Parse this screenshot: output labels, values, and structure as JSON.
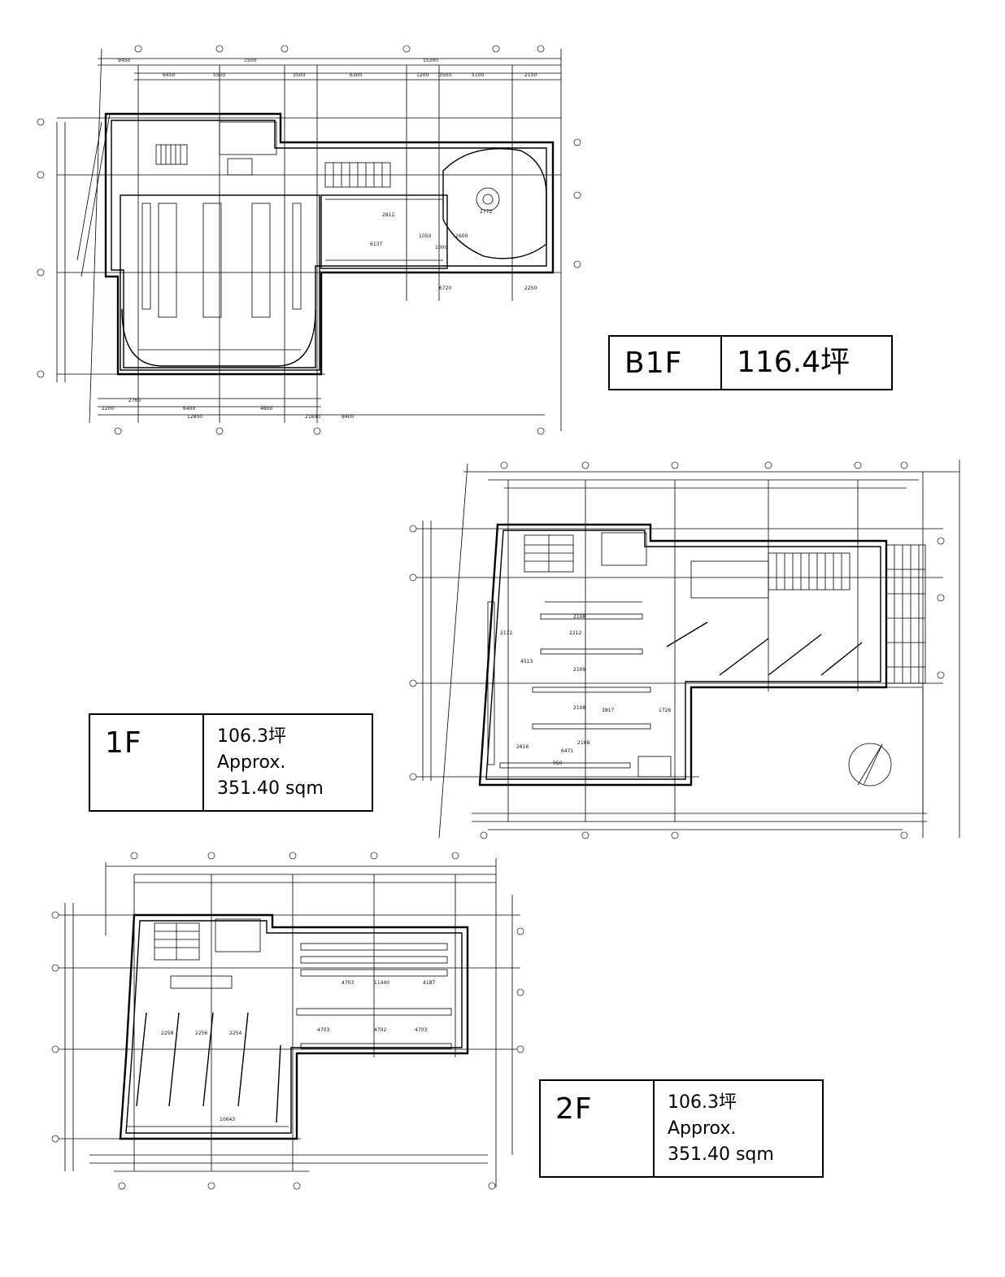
{
  "floors": [
    {
      "id": "b1f",
      "floor": "B1F",
      "area_tsubo": "116.4坪",
      "area_sqm": ""
    },
    {
      "id": "f1",
      "floor": "1F",
      "area_tsubo": "106.3坪",
      "approx": "Approx.",
      "area_sqm": "351.40 sqm"
    },
    {
      "id": "f2",
      "floor": "2F",
      "area_tsubo": "106.3坪",
      "approx": "Approx.",
      "area_sqm": "351.40 sqm"
    }
  ],
  "dimensions": {
    "b1f_top": [
      "9450",
      "6450",
      "5500",
      "1500",
      "3500",
      "6300",
      "15300",
      "1200",
      "3500",
      "5100",
      "2150"
    ],
    "b1f_bottom": [
      "2200",
      "6400",
      "4800",
      "8400",
      "12850",
      "21690",
      "2760"
    ],
    "b1f_inner": [
      "2812",
      "6137",
      "1050",
      "1000",
      "2600",
      "6720",
      "2250",
      "2772"
    ],
    "f1_inner": [
      "2172",
      "2212",
      "2108",
      "2109",
      "4513",
      "3817",
      "1726",
      "2108",
      "2816",
      "6471",
      "950",
      "2108"
    ],
    "f2_inner": [
      "4703",
      "11440",
      "4187",
      "4703",
      "4702",
      "4703",
      "10643",
      "2258",
      "2256",
      "2254"
    ]
  }
}
